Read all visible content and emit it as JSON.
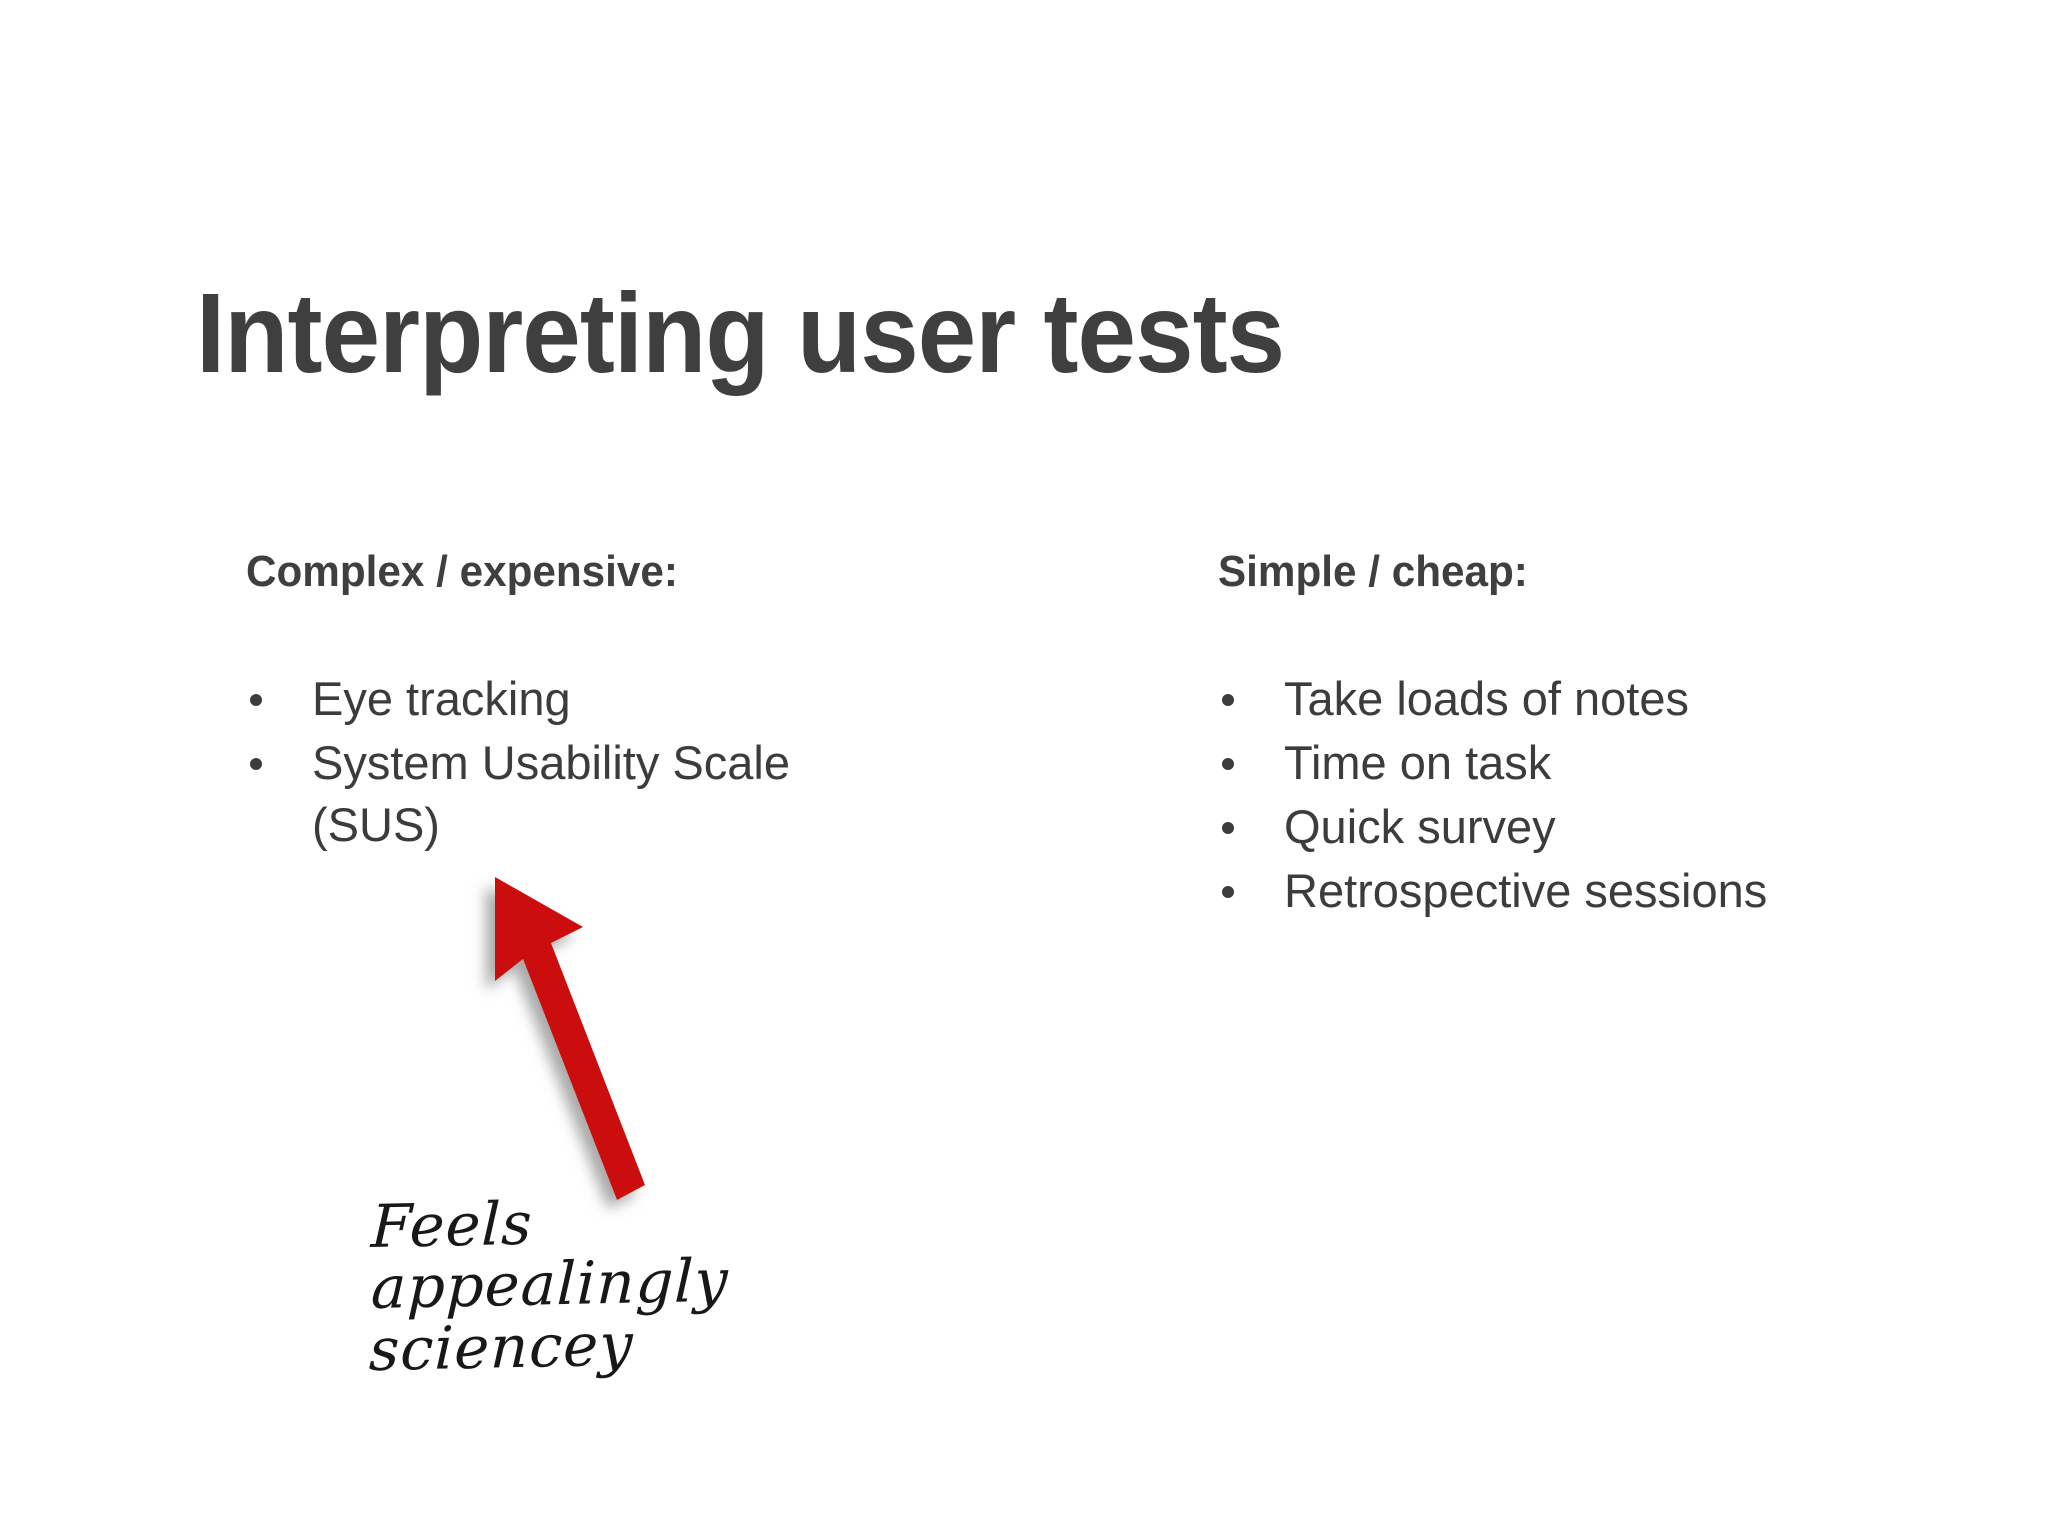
{
  "slide": {
    "title": "Interpreting user tests",
    "background_color": "#ffffff",
    "text_color": "#3c3c3c",
    "accent_color": "#cc1111"
  },
  "columns": [
    {
      "id": "complex-expensive",
      "heading": "Complex / expensive:",
      "bullets": [
        "Eye tracking",
        "System Usability Scale (SUS)"
      ]
    },
    {
      "id": "simple-cheap",
      "heading": "Simple / cheap:",
      "bullets": [
        "Take loads of notes",
        "Time on task",
        "Quick survey",
        "Retrospective sessions"
      ]
    }
  ],
  "annotation": {
    "icon": "red-arrow-up-left",
    "color": "#cc1111",
    "lines": [
      "Feels",
      "appealingly",
      "sciencey"
    ]
  }
}
